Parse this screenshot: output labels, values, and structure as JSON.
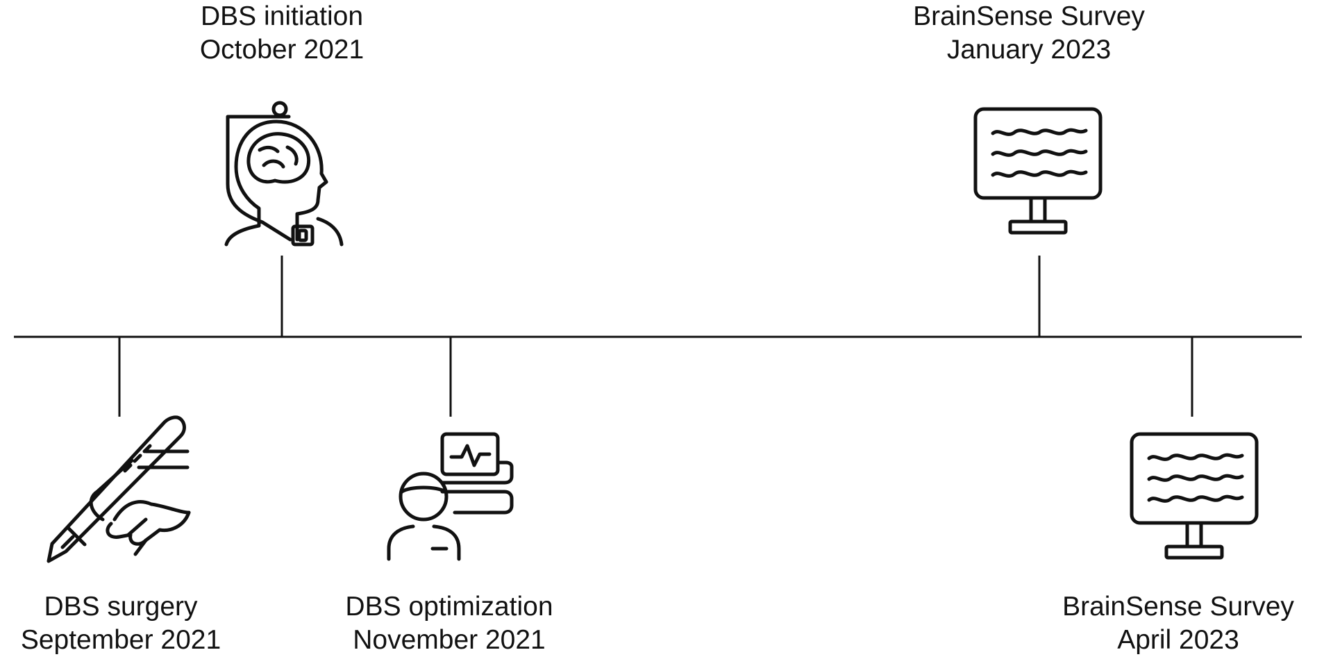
{
  "timeline": {
    "events": [
      {
        "id": "surgery",
        "title": "DBS surgery",
        "date": "September 2021",
        "icon": "scalpel-hand-icon",
        "side": "below"
      },
      {
        "id": "initiation",
        "title": "DBS initiation",
        "date": "October 2021",
        "icon": "patient-brain-stimulator-icon",
        "side": "above"
      },
      {
        "id": "optimization",
        "title": "DBS optimization",
        "date": "November 2021",
        "icon": "clinician-monitor-icon",
        "side": "below"
      },
      {
        "id": "survey-jan",
        "title": "BrainSense Survey",
        "date": "January 2023",
        "icon": "brain-signal-monitor-icon",
        "side": "above"
      },
      {
        "id": "survey-apr",
        "title": "BrainSense Survey",
        "date": "April 2023",
        "icon": "brain-signal-monitor-icon",
        "side": "below"
      }
    ]
  },
  "colors": {
    "line": "#111111",
    "background": "#ffffff"
  }
}
